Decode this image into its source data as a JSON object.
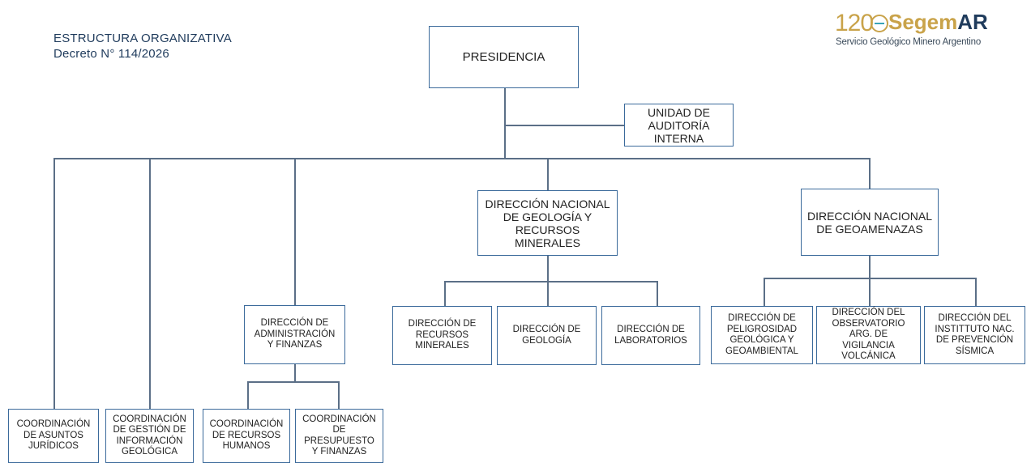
{
  "header": {
    "title": "ESTRUCTURA  ORGANIZATIVA",
    "subtitle": "Decreto N° 114/2026"
  },
  "logo": {
    "number": "120",
    "brand_a": "Segem",
    "brand_b": "AR",
    "tagline": "Servicio Geológico Minero Argentino",
    "colors": {
      "gold": "#c9a34a",
      "navy": "#1f3b5c",
      "teal": "#3aa3b8"
    }
  },
  "org": {
    "presidencia": "PRESIDENCIA",
    "auditoria": "UNIDAD DE\nAUDITORÍA\nINTERNA",
    "asuntos": "COORDINACIÓN\nDE ASUNTOS\nJURÍDICOS",
    "gestion": "COORDINACIÓN\nDE GESTIÓN DE\nINFORMACIÓN\nGEOLÓGICA",
    "administracion": "DIRECCIÓN DE\nADMINISTRACIÓN\nY FINANZAS",
    "rrhh": "COORDINACIÓN\nDE RECURSOS\nHUMANOS",
    "presupuesto": "COORDINACIÓN\nDE\nPRESUPUESTO\nY FINANZAS",
    "dn_geologia": "DIRECCIÓN NACIONAL\nDE GEOLOGÍA Y\nRECURSOS MINERALES",
    "recursos_minerales": "DIRECCIÓN DE\nRECURSOS\nMINERALES",
    "geologia": "DIRECCIÓN DE\nGEOLOGÍA",
    "laboratorios": "DIRECCIÓN DE\nLABORATORIOS",
    "dn_geoamenazas": "DIRECCIÓN NACIONAL\nDE GEOAMENAZAS",
    "peligrosidad": "DIRECCIÓN DE\nPELIGROSIDAD\nGEOLÓGICA Y\nGEOAMBIENTAL",
    "observatorio": "DIRECCIÓN DEL\nOBSERVATORIO\nARG. DE\nVIGILANCIA\nVOLCÁNICA",
    "instituto": "DIRECCIÓN DEL\nINSTITTUTO NAC.\nDE PREVENCIÓN\nSÍSMICA"
  }
}
